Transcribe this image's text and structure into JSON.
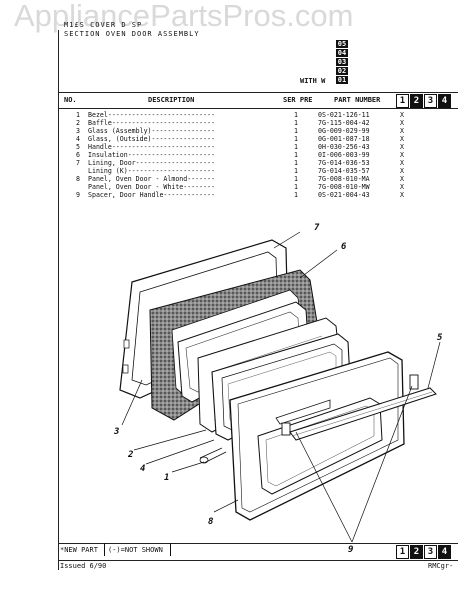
{
  "watermark": "AppliancePartsPros.com",
  "header": {
    "line1": "M1£S COVER D SP",
    "line2": "SECTION OVEN DOOR ASSEMBLY"
  },
  "versions": [
    "05",
    "04",
    "03",
    "02",
    "01"
  ],
  "with_label": "WITH W",
  "columns": {
    "no": "NO.",
    "description": "DESCRIPTION",
    "ser_pre": "SER PRE",
    "part_number": "PART NUMBER"
  },
  "header_boxes": [
    "1",
    "2",
    "3",
    "4"
  ],
  "parts": [
    {
      "no": "1",
      "desc": "Bezel---------------------------",
      "qty": "1",
      "pn": "0S-021-126-11",
      "mark": "X"
    },
    {
      "no": "2",
      "desc": "Baffle--------------------------",
      "qty": "1",
      "pn": "7G-115-004-42",
      "mark": "X"
    },
    {
      "no": "3",
      "desc": "Glass (Assembly)----------------",
      "qty": "1",
      "pn": "0G-009-029-99",
      "mark": "X"
    },
    {
      "no": "4",
      "desc": "Glass, (Outside)----------------",
      "qty": "1",
      "pn": "0G-001-087-18",
      "mark": "X"
    },
    {
      "no": "5",
      "desc": "Handle--------------------------",
      "qty": "1",
      "pn": "0H-030-256-43",
      "mark": "X"
    },
    {
      "no": "6",
      "desc": "Insulation----------------------",
      "qty": "1",
      "pn": "0I-006-003-99",
      "mark": "X"
    },
    {
      "no": "7",
      "desc": "Lining, Door--------------------",
      "qty": "1",
      "pn": "7G-014-036-53",
      "mark": "X"
    },
    {
      "no": "",
      "desc": "Lining (K)----------------------",
      "qty": "1",
      "pn": "7G-014-035-57",
      "mark": "X"
    },
    {
      "no": "8",
      "desc": "Panel, Oven Door - Almond-------",
      "qty": "1",
      "pn": "7G-008-010-MA",
      "mark": "X"
    },
    {
      "no": "",
      "desc": "Panel, Oven Door - White--------",
      "qty": "1",
      "pn": "7G-008-010-MW",
      "mark": "X"
    },
    {
      "no": "9",
      "desc": "Spacer, Door Handle-------------",
      "qty": "1",
      "pn": "0S-021-004-43",
      "mark": "X"
    }
  ],
  "callouts": [
    "1",
    "2",
    "3",
    "4",
    "5",
    "6",
    "7",
    "8",
    "9"
  ],
  "footer": {
    "legend_new": "*NEW PART",
    "legend_not_shown": "(-)=NOT SHOWN",
    "issued": "Issued  6/90",
    "code": "RMCgr-",
    "boxes": [
      "1",
      "2",
      "3",
      "4"
    ]
  }
}
